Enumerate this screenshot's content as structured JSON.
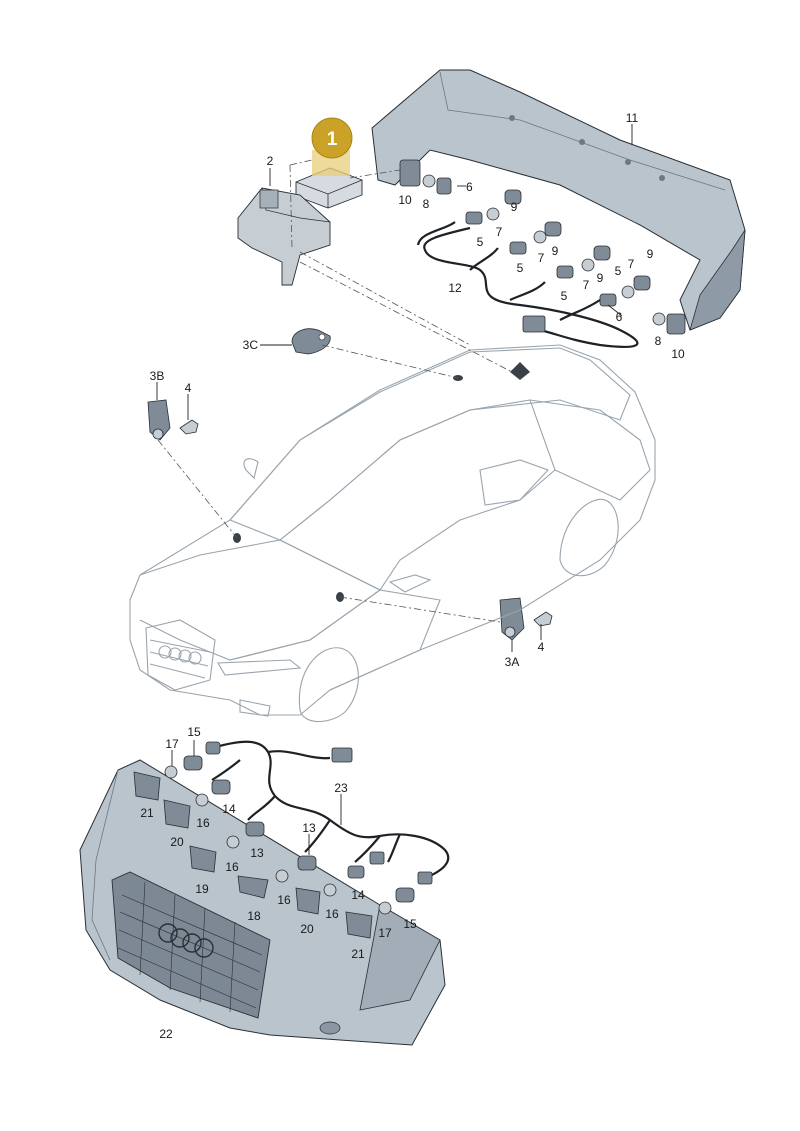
{
  "callout": {
    "label": "1",
    "color": "#c9a227"
  },
  "colors": {
    "bumper_fill": "#b9c4cd",
    "part_fill": "#7f8b96",
    "car_outline": "#9aa4ad"
  },
  "labels": {
    "p2": "2",
    "p3a": "3A",
    "p3b": "3B",
    "p3c": "3C",
    "p4_left": "4",
    "p4_right": "4",
    "p5_a": "5",
    "p5_b": "5",
    "p5_c": "5",
    "p5_d": "5",
    "p6_top": "6",
    "p6_bottom": "6",
    "p7_a": "7",
    "p7_b": "7",
    "p7_c": "7",
    "p7_d": "7",
    "p8_top": "8",
    "p8_bottom": "8",
    "p9_a": "9",
    "p9_b": "9",
    "p9_c": "9",
    "p9_d": "9",
    "p10_top": "10",
    "p10_bottom": "10",
    "p11": "11",
    "p12": "12",
    "p13_a": "13",
    "p13_b": "13",
    "p14_a": "14",
    "p14_b": "14",
    "p15_a": "15",
    "p15_b": "15",
    "p16_a": "16",
    "p16_b": "16",
    "p16_c": "16",
    "p16_d": "16",
    "p17_a": "17",
    "p17_b": "17",
    "p18": "18",
    "p19": "19",
    "p20_a": "20",
    "p20_b": "20",
    "p21_a": "21",
    "p21_b": "21",
    "p22": "22",
    "p23": "23"
  }
}
